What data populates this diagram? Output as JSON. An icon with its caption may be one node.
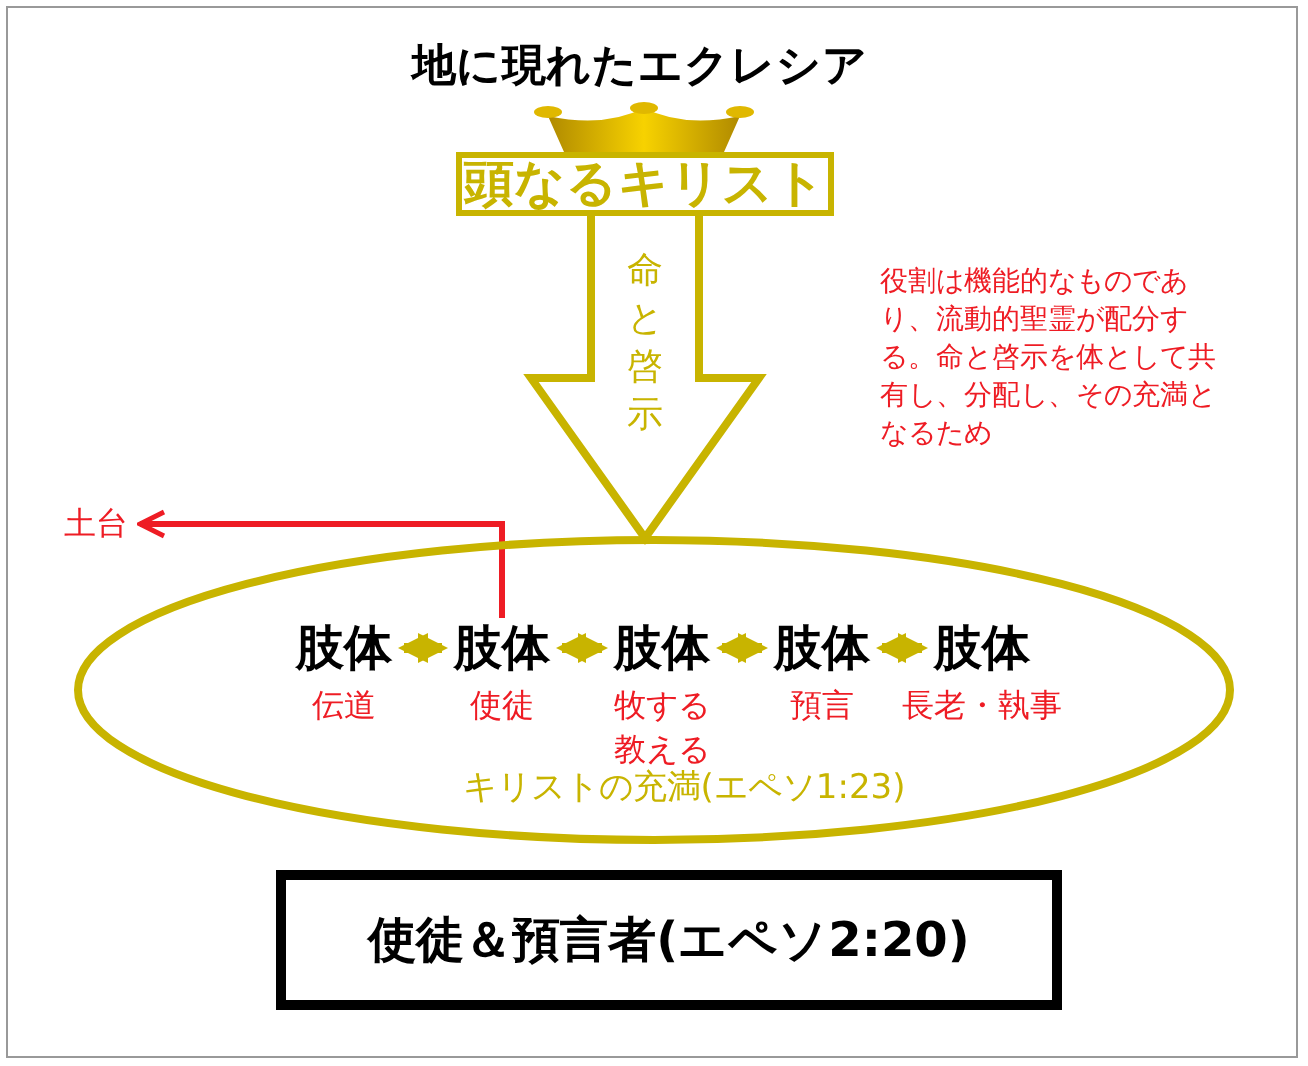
{
  "diagram": {
    "title": "地に現れたエクレシア",
    "nodes": [
      {
        "text": [
          "頭なるキリスト"
        ]
      },
      {
        "text": [
          "キリストの充満(エペソ1:23)"
        ]
      },
      {
        "text": [
          "肢体"
        ],
        "in": 1,
        "beside": [
          "伝道"
        ]
      },
      {
        "text": [
          "肢体"
        ],
        "in": 1,
        "beside": [
          "使徒"
        ]
      },
      {
        "text": [
          "肢体"
        ],
        "in": 1,
        "beside": [
          "牧する教える"
        ]
      },
      {
        "text": [
          "肢体"
        ],
        "in": 1,
        "beside": [
          "預言"
        ]
      },
      {
        "text": [
          "肢体"
        ],
        "in": 1,
        "beside": [
          "長老・執事"
        ]
      },
      {
        "text": [
          "使徒＆預言者(エペソ2:20)"
        ]
      },
      {
        "text": [
          "土台"
        ]
      }
    ],
    "edges": [
      {
        "from": 0,
        "to": 1,
        "arrow": "to",
        "label": "命と啓示"
      },
      {
        "from": 2,
        "to": 3,
        "arrow": "both"
      },
      {
        "from": 3,
        "to": 4,
        "arrow": "both"
      },
      {
        "from": 4,
        "to": 5,
        "arrow": "both"
      },
      {
        "from": 5,
        "to": 6,
        "arrow": "both"
      },
      {
        "from": 3,
        "to": 8,
        "arrow": "to",
        "color": "#ee1c24"
      }
    ],
    "labels": [
      "役割は機能的なものであり、流動的聖霊が配分する。命と啓示を体として共有し、分配し、その充満となるため"
    ]
  }
}
